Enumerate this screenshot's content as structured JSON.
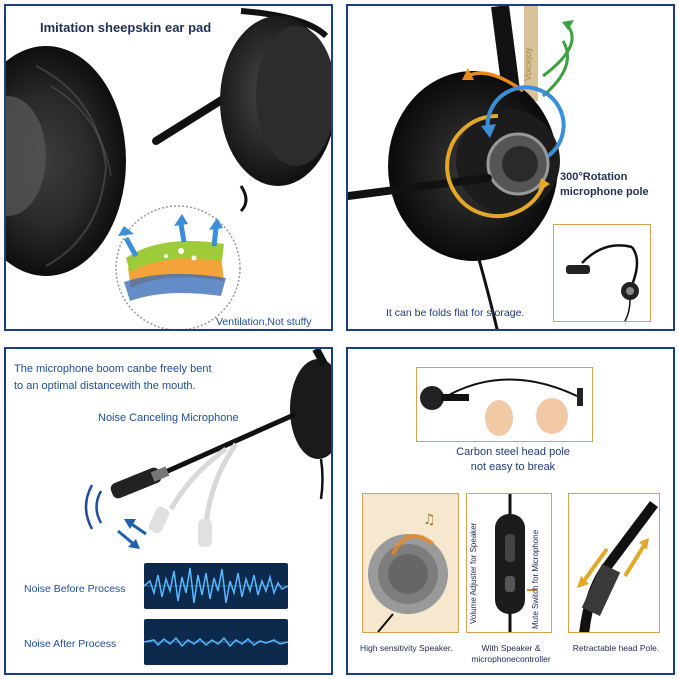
{
  "panel1": {
    "title": "Imitation sheepskin ear pad",
    "caption": "Ventilation,Not stuffy"
  },
  "panel2": {
    "brand": "Voicejoy",
    "rotation_label_1": "300°Rotation",
    "rotation_label_2": "microphone pole",
    "fold_caption": "It can be folds flat for storage."
  },
  "panel3": {
    "desc_line1": "The microphone boom canbe freely bent",
    "desc_line2": "to an optimal distancewith the mouth.",
    "mic_label": "Noise Canceling Microphone",
    "before_label": "Noise Before Process",
    "after_label": "Noise After Process"
  },
  "panel4": {
    "headpole_line1": "Carbon steel head pole",
    "headpole_line2": "not easy to break",
    "volume_label": "Volume Adjuster for Speaker",
    "mute_label": "Mute Switch for Microphone",
    "speaker_caption": "High sensitivity Speaker.",
    "controller_caption_1": "With Speaker &",
    "controller_caption_2": "microphonecontroller",
    "retract_caption": "Retractable head Pole."
  },
  "colors": {
    "frame_blue": "#1a3e8a",
    "text_blue": "#1f4d9a",
    "accent_orange": "#e8891f",
    "accent_green": "#3aa040",
    "accent_yellow": "#e3a72a",
    "wave_bg": "#0d2a4d"
  }
}
